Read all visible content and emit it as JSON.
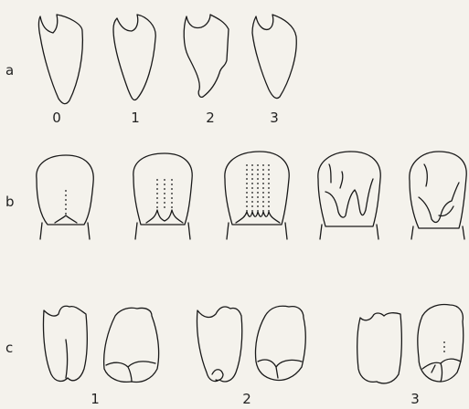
{
  "rows": {
    "a": {
      "label": "a",
      "stage_labels": [
        "0",
        "1",
        "2",
        "3"
      ]
    },
    "b": {
      "label": "b"
    },
    "c": {
      "label": "c",
      "pair_labels": [
        "1",
        "2",
        "3"
      ]
    }
  },
  "colors": {
    "ink": "#1a1a1a",
    "paper": "#f4f2ec"
  }
}
